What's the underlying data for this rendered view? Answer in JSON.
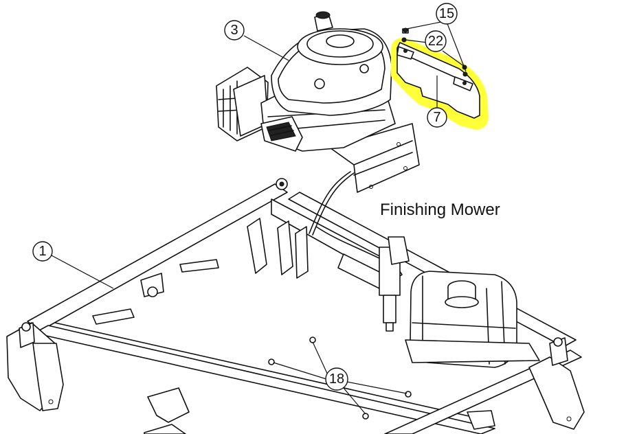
{
  "caption": "Finishing Mower",
  "highlight_color": "#ffff3a",
  "callouts": [
    {
      "id": "c1",
      "label": "1"
    },
    {
      "id": "c3",
      "label": "3"
    },
    {
      "id": "c7",
      "label": "7"
    },
    {
      "id": "c15",
      "label": "15"
    },
    {
      "id": "c18",
      "label": "18"
    },
    {
      "id": "c22",
      "label": "22"
    }
  ]
}
